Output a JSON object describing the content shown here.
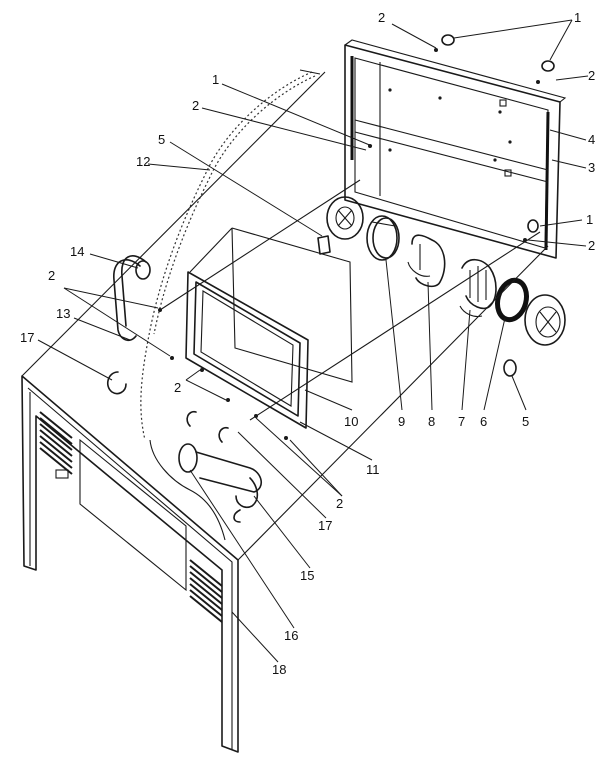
{
  "callouts": [
    {
      "id": "c1",
      "text": "1"
    },
    {
      "id": "c2",
      "text": "2"
    },
    {
      "id": "c3",
      "text": "2"
    },
    {
      "id": "c4",
      "text": "1"
    },
    {
      "id": "c5",
      "text": "2"
    },
    {
      "id": "c6",
      "text": "4"
    },
    {
      "id": "c7",
      "text": "3"
    },
    {
      "id": "c8",
      "text": "1"
    },
    {
      "id": "c9",
      "text": "2"
    },
    {
      "id": "c10",
      "text": "2"
    },
    {
      "id": "c11",
      "text": "5"
    },
    {
      "id": "c12",
      "text": "12"
    },
    {
      "id": "c13",
      "text": "14"
    },
    {
      "id": "c14",
      "text": "2"
    },
    {
      "id": "c15",
      "text": "13"
    },
    {
      "id": "c16",
      "text": "17"
    },
    {
      "id": "c17",
      "text": "2"
    },
    {
      "id": "c18",
      "text": "9"
    },
    {
      "id": "c19",
      "text": "8"
    },
    {
      "id": "c20",
      "text": "7"
    },
    {
      "id": "c21",
      "text": "6"
    },
    {
      "id": "c22",
      "text": "5"
    },
    {
      "id": "c23",
      "text": "10"
    },
    {
      "id": "c24",
      "text": "11"
    },
    {
      "id": "c25",
      "text": "2"
    },
    {
      "id": "c26",
      "text": "17"
    },
    {
      "id": "c27",
      "text": "15"
    },
    {
      "id": "c28",
      "text": "16"
    },
    {
      "id": "c29",
      "text": "18"
    }
  ]
}
